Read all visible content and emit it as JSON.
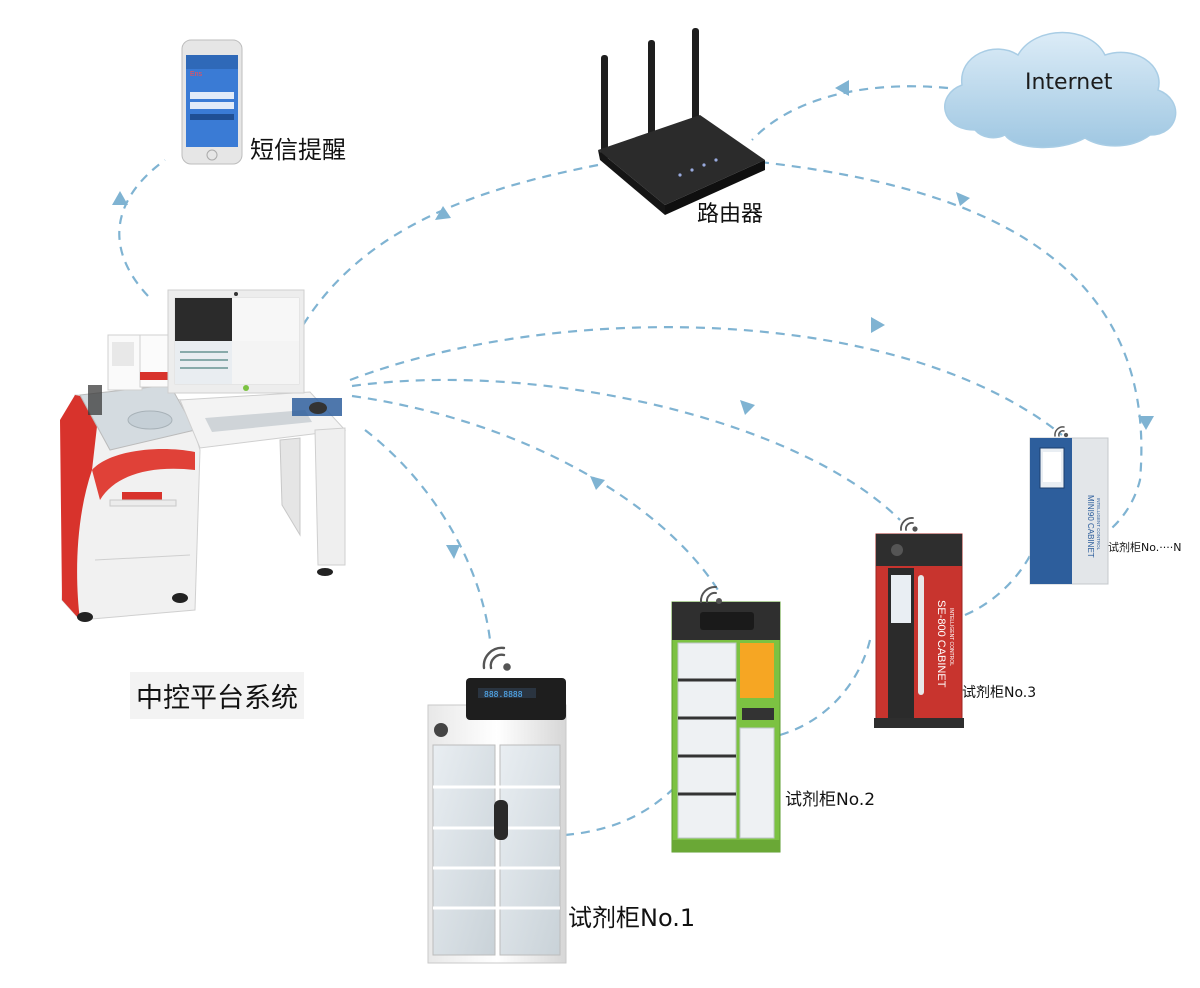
{
  "labels": {
    "sms": "短信提醒",
    "router": "路由器",
    "internet": "Internet",
    "platform": "中控平台系统",
    "cabinet1": "试剂柜No.1",
    "cabinet2": "试剂柜No.2",
    "cabinet3": "试剂柜No.3",
    "cabinetN": "试剂柜No.····N"
  },
  "phone": {
    "logo": "Ens"
  },
  "cabinet1_display": "888.8888",
  "cabinet3_side_text": "SE-800 CABINET",
  "cabinet3_sub_text": "INTELLIGENT CONTROL",
  "cabinetN_side_text": "MINI90 CABINET",
  "cabinetN_sub_text": "INTELLIGENT CONTROL",
  "colors": {
    "link": "#7fb3d2",
    "cabinet_red": "#c8342e",
    "cabinet_green": "#7cc242",
    "cabinet_blue": "#2d5e9c",
    "cloud": "#bcd9ec",
    "router": "#2b2b2b"
  }
}
